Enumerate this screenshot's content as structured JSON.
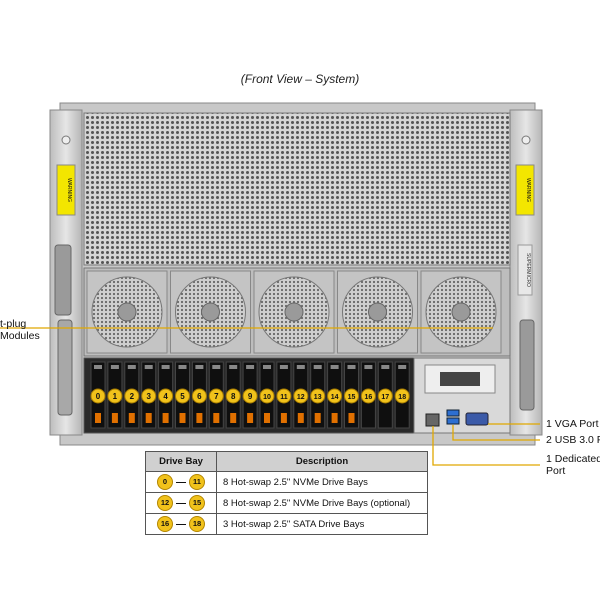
{
  "caption": "(Front View – System)",
  "callouts": {
    "left_line1": "t-plug",
    "left_line2": "Modules",
    "vga": "1 VGA Port",
    "usb": "2 USB 3.0 P",
    "lan_line1": "1 Dedicated",
    "lan_line2": "Port"
  },
  "branding": {
    "warning_text": "WARNING",
    "vendor_text": "SUPERMICRO"
  },
  "drive_bay_numbers": [
    "0",
    "1",
    "2",
    "3",
    "4",
    "5",
    "6",
    "7",
    "8",
    "9",
    "10",
    "11",
    "12",
    "13",
    "14",
    "15",
    "16",
    "17",
    "18"
  ],
  "table": {
    "headers": [
      "Drive Bay",
      "Description"
    ],
    "rows": [
      {
        "from": "0",
        "to": "11",
        "description": "8 Hot-swap 2.5\" NVMe Drive  Bays"
      },
      {
        "from": "12",
        "to": "15",
        "description": "8 Hot-swap 2.5\" NVMe Drive  Bays (optional)"
      },
      {
        "from": "16",
        "to": "18",
        "description": "3 Hot-swap 2.5\" SATA Drive  Bays"
      }
    ]
  },
  "colors": {
    "badge": "#f1c21b",
    "leader_line": "#e0a800",
    "chassis": "#c8c8c8",
    "dark": "#1a1a1a"
  }
}
